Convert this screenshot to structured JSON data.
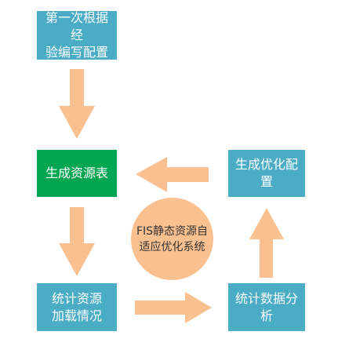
{
  "colors": {
    "box_blue": "#4bacc6",
    "box_green": "#00a651",
    "arrow": "#fac090",
    "circle": "#fac090",
    "box_text": "#ffffff",
    "circle_text": "#333333"
  },
  "boxes": {
    "config_initial": [
      "第一次根据经",
      "验编写配置"
    ],
    "generate": [
      "生成资源表"
    ],
    "statistics": [
      "统计资源",
      "加载情况"
    ],
    "analysis": [
      "统计数据分析"
    ],
    "optimize": [
      "生成优化配置"
    ]
  },
  "center": {
    "label": "FIS静态资源自\n适应优化系统"
  }
}
